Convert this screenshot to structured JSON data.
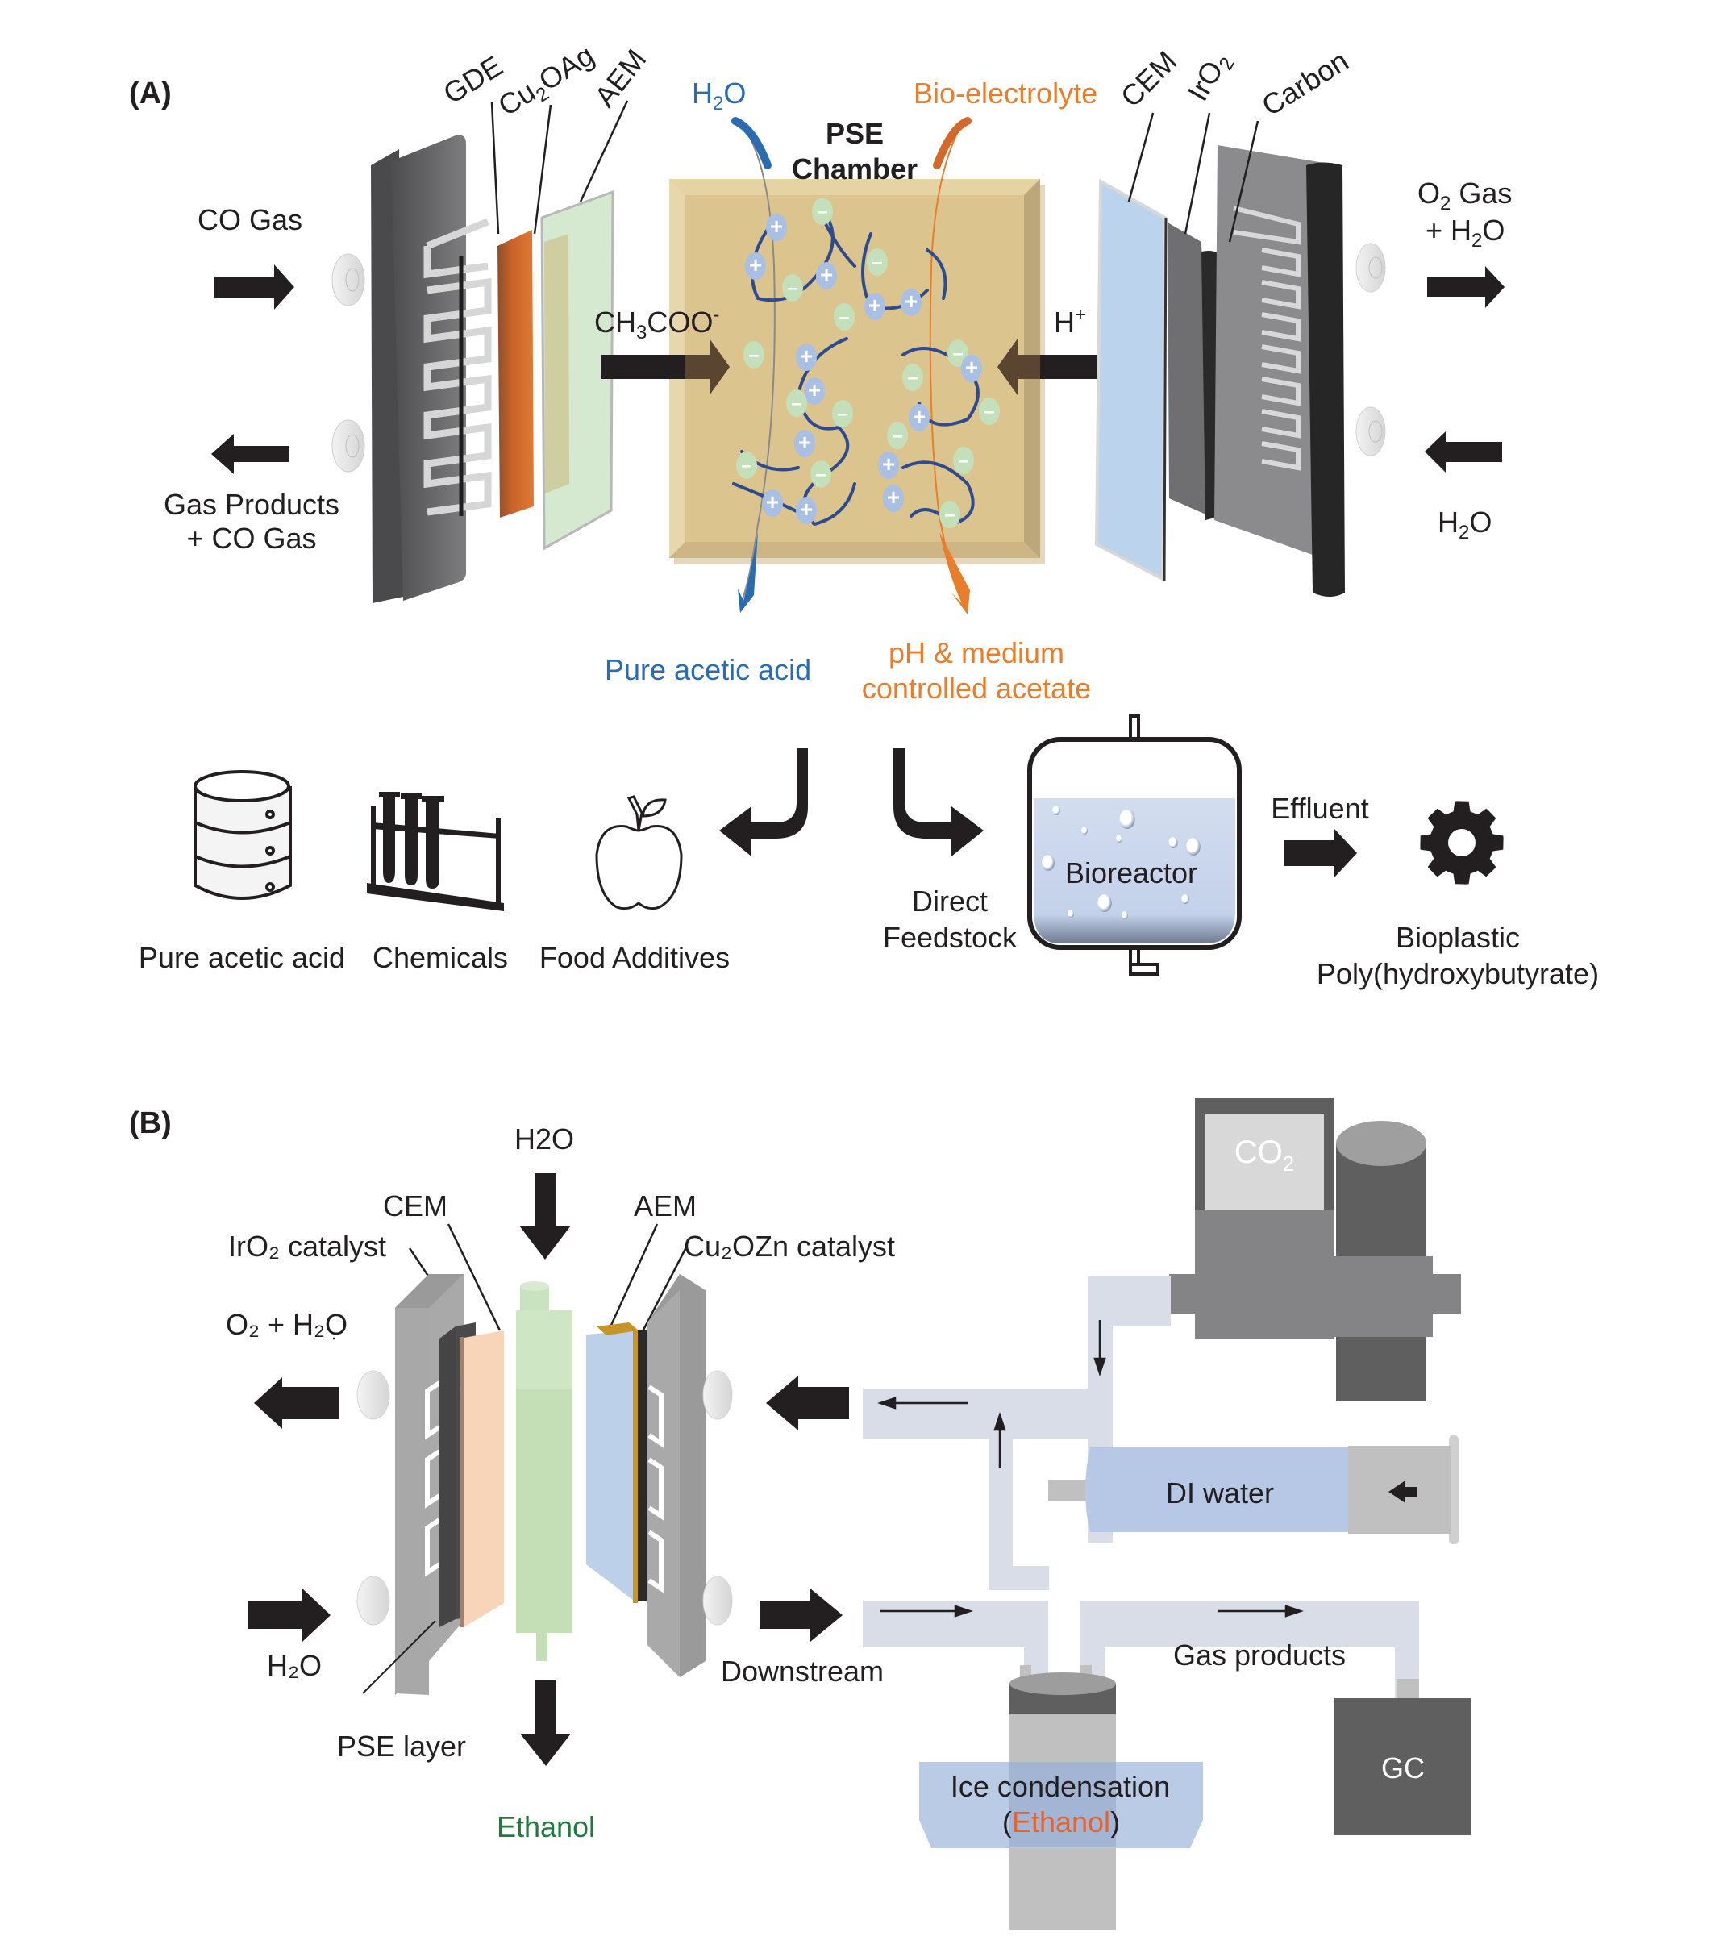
{
  "panel_a": {
    "label": "(A)",
    "left_cell": {
      "inlet": "CO Gas",
      "outlet_line1": "Gas Products",
      "outlet_line2": "+ CO Gas",
      "layers": [
        "GDE",
        "Cu2OAg",
        "AEM"
      ]
    },
    "chamber": {
      "title_line1": "PSE",
      "title_line2": "Chamber",
      "inlet_left": "H2O",
      "inlet_right": "Bio-electrolyte",
      "anion_flux": "CH3COO-",
      "cation_flux": "H+",
      "outlet_left": "Pure acetic acid",
      "outlet_right_line1": "pH & medium",
      "outlet_right_line2": "controlled acetate"
    },
    "right_cell": {
      "layers": [
        "CEM",
        "IrO2",
        "Carbon"
      ],
      "outlet_line1": "O2 Gas",
      "outlet_line2": "+ H2O",
      "inlet": "H2O"
    },
    "products": {
      "items": [
        {
          "icon": "storage-drum-icon",
          "label": "Pure acetic acid"
        },
        {
          "icon": "test-tubes-icon",
          "label": "Chemicals"
        },
        {
          "icon": "apple-icon",
          "label": "Food Additives"
        }
      ],
      "feed_line1": "Direct",
      "feed_line2": "Feedstock",
      "bioreactor": "Bioreactor",
      "effluent": "Effluent",
      "bioplastic_line1": "Bioplastic",
      "bioplastic_line2": "Poly(hydroxybutyrate)"
    }
  },
  "panel_b": {
    "label": "(B)",
    "top_inlet": "H2O",
    "cem": "CEM",
    "iro2_catalyst": "IrO₂ catalyst",
    "aem": "AEM",
    "cu2ozn_catalyst": "Cu₂OZn catalyst",
    "left_out": "O₂ + H₂O",
    "left_in": "H₂O",
    "pse_layer": "PSE layer",
    "bottom_out": "Ethanol",
    "downstream": "Downstream",
    "co2_source": "CO2",
    "di_water": "DI water",
    "gas_products": "Gas products",
    "ice_line1": "Ice condensation",
    "ice_open": "(",
    "ice_ethanol": "Ethanol",
    "ice_close": ")",
    "gc": "GC"
  },
  "colors": {
    "arrow": "#231f20",
    "water_blue": "#2b6cb0",
    "bio_orange": "#e87d2c",
    "chamber_tan": "#dcc48e",
    "ethanol_green": "#1e7a3e",
    "cation_bead": "#a9bfe3",
    "anion_bead": "#c4e0bb",
    "chain": "#2e4b8f"
  }
}
